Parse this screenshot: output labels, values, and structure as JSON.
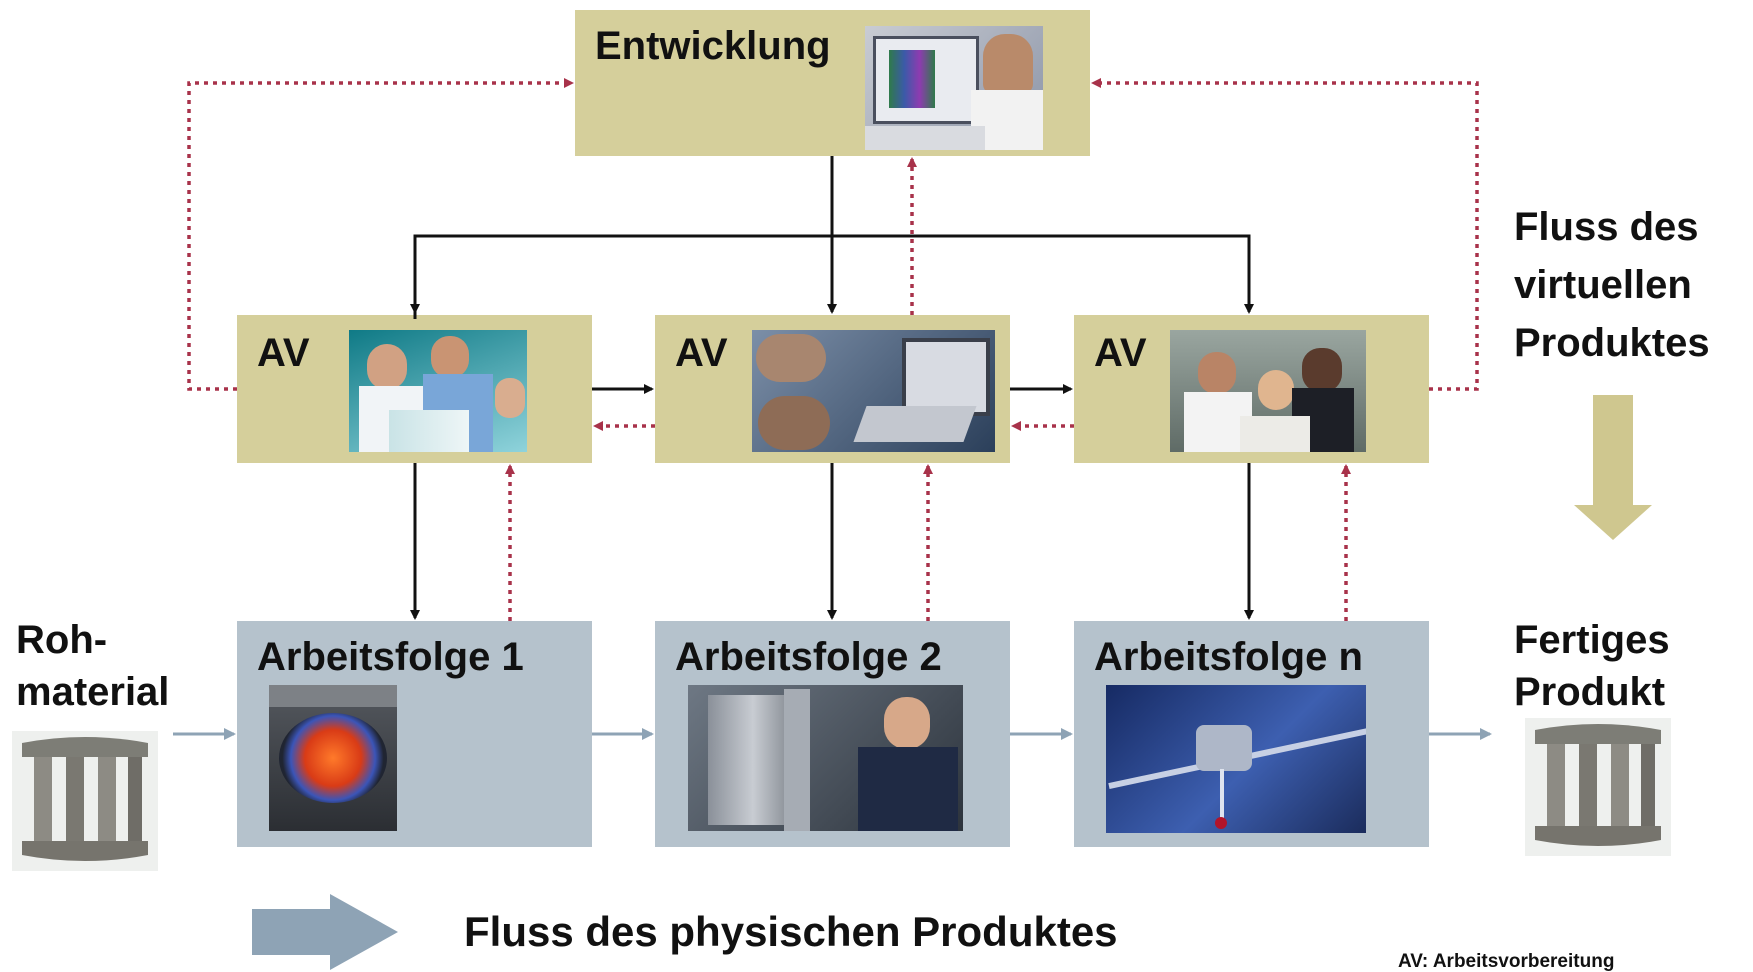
{
  "development": {
    "label": "Entwicklung"
  },
  "planning": [
    {
      "label": "AV"
    },
    {
      "label": "AV"
    },
    {
      "label": "AV"
    }
  ],
  "operations": [
    {
      "label": "Arbeitsfolge 1"
    },
    {
      "label": "Arbeitsfolge 2"
    },
    {
      "label": "Arbeitsfolge n"
    }
  ],
  "raw_material": {
    "line1": "Roh-",
    "line2": "material"
  },
  "finished_product": {
    "line1": "Fertiges",
    "line2": "Produkt"
  },
  "virtual_flow": {
    "line1": "Fluss des",
    "line2": "virtuellen",
    "line3": "Produktes"
  },
  "physical_flow": {
    "label": "Fluss des physischen Produktes"
  },
  "footnote": {
    "text": "AV: Arbeitsvorbereitung"
  },
  "colors": {
    "planning_box": "#d5cf9b",
    "operation_box": "#b5c2cc",
    "feedback_arrow": "#a8324a",
    "flow_arrow": "#111111",
    "physical_arrow": "#8ea3b5",
    "virtual_arrow": "#cfc78f"
  }
}
